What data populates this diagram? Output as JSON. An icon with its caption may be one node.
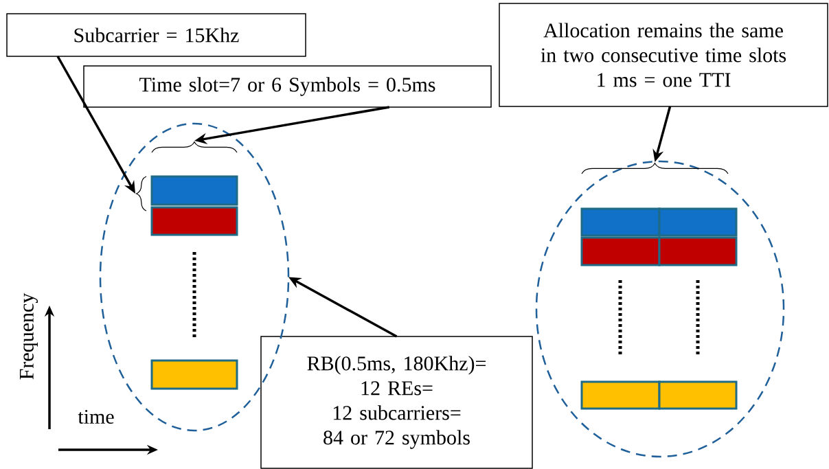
{
  "diagram": {
    "nodes": [
      {
        "text": [
          "Subcarrier = 15Khz"
        ]
      },
      {
        "text": [
          "Time slot=7 or 6 Symbols = 0.5ms"
        ]
      },
      {
        "text": [
          "Allocation remains the same",
          "in two consecutive time slots",
          "1 ms = one TTI"
        ]
      },
      {
        "text": [
          "RB(0.5ms, 180Khz)=",
          "12 REs=",
          "12 subcarriers=",
          "84 or 72 symbols"
        ]
      },
      {
        "text": [],
        "shape": "ellipse"
      },
      {
        "text": [],
        "shape": "box",
        "in": 4
      },
      {
        "text": [],
        "shape": "box",
        "in": 4
      },
      {
        "text": [],
        "shape": "box",
        "in": 4
      },
      {
        "text": [],
        "shape": "ellipse"
      },
      {
        "text": [],
        "shape": "box",
        "in": 8
      },
      {
        "text": [],
        "shape": "box",
        "in": 8
      },
      {
        "text": [],
        "shape": "box",
        "in": 8
      },
      {
        "text": [],
        "shape": "box",
        "in": 8
      },
      {
        "text": [],
        "shape": "box",
        "in": 8
      },
      {
        "text": [],
        "shape": "box",
        "in": 8
      },
      {
        "text": [],
        "shape": "brace",
        "in": 4
      },
      {
        "text": [],
        "shape": "brace",
        "in": 4
      },
      {
        "text": [],
        "shape": "brace",
        "in": 8
      }
    ],
    "edges": [
      {
        "from": 0,
        "to": 15,
        "arrow": "to"
      },
      {
        "from": 1,
        "to": 16,
        "arrow": "to"
      },
      {
        "from": 2,
        "to": 17,
        "arrow": "to"
      },
      {
        "from": 3,
        "to": 4,
        "arrow": "to"
      }
    ],
    "labels": [
      "Frequency",
      "time"
    ]
  }
}
